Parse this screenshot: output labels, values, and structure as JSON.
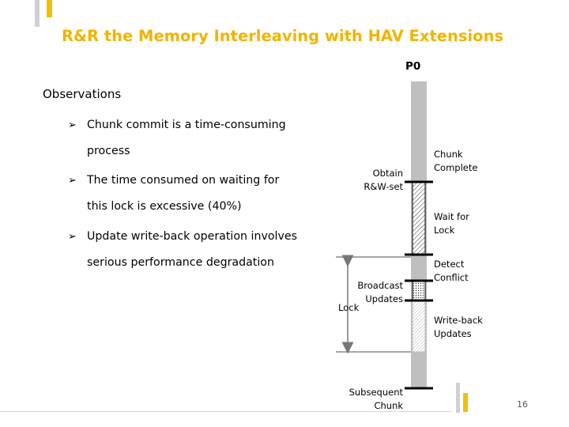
{
  "title": "R&R the Memory Interleaving with HAV Extensions",
  "observations_heading": "Observations",
  "bullets": [
    {
      "line1": "Chunk commit is a time-consuming",
      "line2": "process"
    },
    {
      "line1": "The time consumed on waiting for",
      "line2": "this lock is excessive (40%)"
    },
    {
      "line1": "Update write-back operation involves",
      "line2": "serious performance degradation"
    }
  ],
  "diagram": {
    "processor_label": "P0",
    "right_labels": {
      "chunk_complete": [
        "Chunk",
        "Complete"
      ],
      "wait_for_lock": [
        "Wait for",
        "Lock"
      ],
      "detect_conflict": [
        "Detect",
        "Conflict"
      ],
      "write_back": [
        "Write-back",
        "Updates"
      ]
    },
    "left_labels": {
      "obtain": [
        "Obtain",
        "R&W-set"
      ],
      "broadcast": [
        "Broadcast",
        "Updates"
      ],
      "lock": "Lock",
      "subsequent": [
        "Subsequent",
        "Chunk"
      ]
    }
  },
  "page_number": "16"
}
